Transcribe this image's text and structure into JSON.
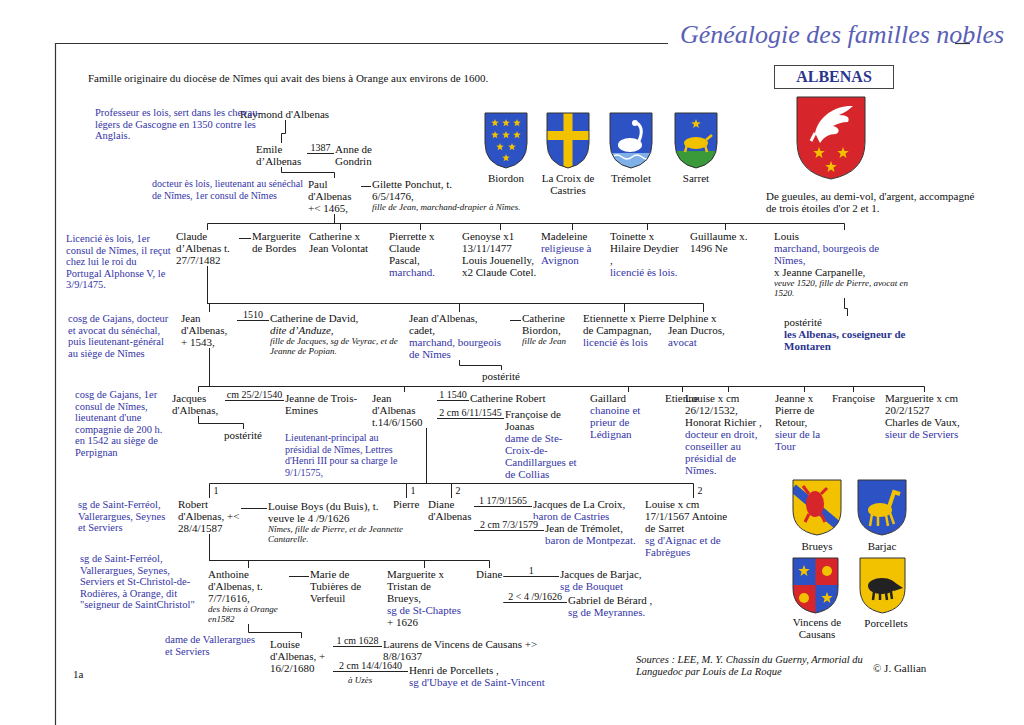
{
  "diagram": {
    "title": "Généalogie des familles nobles",
    "nodes": [
      {
        "text": [
          "ALBENAS"
        ]
      },
      {
        "text": [
          "Raymond d'Albenas"
        ]
      },
      {
        "text": [
          "Emile d’Albenas"
        ]
      },
      {
        "text": [
          "Anne de Gondrin"
        ]
      },
      {
        "text": [
          "Paul d'Albenas +< 1465,"
        ]
      },
      {
        "text": [
          "Gilette Ponchut, t. 6/5/1476,",
          "fille de Jean, marchand-drapier à Nîmes."
        ]
      },
      {
        "text": [
          "Claude d’Albenas t. 27/7/1482"
        ]
      },
      {
        "text": [
          "Marguerite de Bordes"
        ]
      },
      {
        "text": [
          "Catherine x Jean Volontat"
        ]
      },
      {
        "text": [
          "Pierrette x Claude Pascal,",
          "marchand."
        ]
      },
      {
        "text": [
          "Genoyse x1 13/11/1477 Louis Jouenelly, x2 Claude Cotel."
        ]
      },
      {
        "text": [
          "Madeleine",
          "religieuse à Avignon"
        ]
      },
      {
        "text": [
          "Toinette x Hilaire Deydier ,",
          "licencié ès lois."
        ]
      },
      {
        "text": [
          "Guillaume x. 1496 Ne"
        ]
      },
      {
        "text": [
          "Louis",
          "marchand, bourgeois de Nîmes,",
          "x Jeanne Carpanelle,",
          "veuve 1520, fille de Pierre, avocat en 1520."
        ]
      },
      {
        "text": [
          "postérité",
          "les Albenas, coseigneur de Montaren"
        ]
      },
      {
        "text": [
          "Jean d'Albenas, + 1543,"
        ]
      },
      {
        "text": [
          "Catherine de David,",
          "dite d’Anduze,",
          "fille de Jacques, sg de Veyrac, et de Jeanne de Popian."
        ]
      },
      {
        "text": [
          "Jean d'Albenas, cadet,",
          "marchand, bourgeois de Nîmes"
        ]
      },
      {
        "text": [
          "Catherine Biordon,",
          "fille de Jean"
        ]
      },
      {
        "text": [
          "postérité"
        ]
      },
      {
        "text": [
          "Etiennette x Pierre de Campagnan,",
          "licencié ès lois"
        ]
      },
      {
        "text": [
          "Delphine x Jean Ducros,",
          "avocat"
        ]
      },
      {
        "text": [
          "Jacques d'Albenas,"
        ]
      },
      {
        "text": [
          "Jeanne de Trois-Emines"
        ]
      },
      {
        "text": [
          "postérité"
        ]
      },
      {
        "text": [
          "Jean d'Albenas t.14/6/1560"
        ]
      },
      {
        "text": [
          "Catherine Robert"
        ]
      },
      {
        "text": [
          "Françoise de Joanas",
          "dame de Ste-Croix-de-Candillargues et de Collias"
        ]
      },
      {
        "text": [
          "Gaillard",
          "chanoine et prieur de Lédignan"
        ]
      },
      {
        "text": [
          "Etienne"
        ]
      },
      {
        "text": [
          "Louise x cm 26/12/1532, Honorat Richier ,",
          "docteur en droit, conseiller au présidial de Nîmes."
        ]
      },
      {
        "text": [
          "Jeanne x Pierre de Retour,",
          "sieur de la Tour"
        ]
      },
      {
        "text": [
          "Françoise"
        ]
      },
      {
        "text": [
          "Marguerite x cm 20/2/1527 Charles de Vaux,",
          "sieur de Serviers"
        ]
      },
      {
        "text": [
          "Robert d'Albenas, +< 28/4/1587"
        ]
      },
      {
        "text": [
          "Louise Boys (du Buis), t. veuve le 4 /9/1626",
          "Nîmes, fille de Pierre, et de Jeannette Cantarelle."
        ]
      },
      {
        "text": [
          "Pierre"
        ]
      },
      {
        "text": [
          "Diane d'Albenas"
        ]
      },
      {
        "text": [
          "Jacques de La Croix,",
          "baron de Castries"
        ]
      },
      {
        "text": [
          "Jean de Trémolet,",
          "baron de Montpezat."
        ]
      },
      {
        "text": [
          "Louise x cm 17/1/1567 Antoine de Sarret",
          "sg d'Aignac et de Fabrègues"
        ]
      },
      {
        "text": [
          "Anthoine d'Albenas, t. 7/7/1616,",
          "des biens à Orange en1582"
        ]
      },
      {
        "text": [
          "Marie de Tubières de Verfeuil"
        ]
      },
      {
        "text": [
          "Marguerite x Tristan de Brueys,",
          "sg de St-Chaptes",
          "+ 1626"
        ]
      },
      {
        "text": [
          "Diane"
        ]
      },
      {
        "text": [
          "Jacques de Barjac,",
          "sg de Bouquet"
        ]
      },
      {
        "text": [
          "Gabriel de Bérard ,",
          "sg de Meyrannes."
        ]
      },
      {
        "text": [
          "Louise d'Albenas, + 16/2/1680"
        ]
      },
      {
        "text": [
          "Laurens de Vincens de Causans +> 8/8/1637"
        ]
      },
      {
        "text": [
          "Henri de Porcellets ,",
          "sg d'Ubaye et de Saint-Vincent"
        ]
      }
    ],
    "edges": [
      {
        "from": 1,
        "to": 2,
        "arrow": "none"
      },
      {
        "from": 2,
        "to": 3,
        "label": "1387",
        "arrow": "none"
      },
      {
        "from": 2,
        "to": 4,
        "arrow": "none"
      },
      {
        "from": 4,
        "to": 5,
        "arrow": "none"
      },
      {
        "from": 4,
        "to": 6,
        "arrow": "none"
      },
      {
        "from": 4,
        "to": 8,
        "arrow": "none"
      },
      {
        "from": 4,
        "to": 9,
        "arrow": "none"
      },
      {
        "from": 4,
        "to": 10,
        "arrow": "none"
      },
      {
        "from": 4,
        "to": 11,
        "arrow": "none"
      },
      {
        "from": 4,
        "to": 12,
        "arrow": "none"
      },
      {
        "from": 4,
        "to": 13,
        "arrow": "none"
      },
      {
        "from": 4,
        "to": 14,
        "arrow": "none"
      },
      {
        "from": 6,
        "to": 7,
        "arrow": "none"
      },
      {
        "from": 14,
        "to": 15,
        "arrow": "none"
      },
      {
        "from": 6,
        "to": 16,
        "arrow": "none"
      },
      {
        "from": 6,
        "to": 18,
        "arrow": "none"
      },
      {
        "from": 6,
        "to": 21,
        "arrow": "none"
      },
      {
        "from": 6,
        "to": 22,
        "arrow": "none"
      },
      {
        "from": 16,
        "to": 17,
        "label": "1510",
        "arrow": "none"
      },
      {
        "from": 18,
        "to": 19,
        "arrow": "none"
      },
      {
        "from": 18,
        "to": 20,
        "arrow": "none"
      },
      {
        "from": 16,
        "to": 23,
        "arrow": "none"
      },
      {
        "from": 16,
        "to": 26,
        "arrow": "none"
      },
      {
        "from": 16,
        "to": 29,
        "arrow": "none"
      },
      {
        "from": 16,
        "to": 30,
        "arrow": "none"
      },
      {
        "from": 16,
        "to": 31,
        "arrow": "none"
      },
      {
        "from": 16,
        "to": 32,
        "arrow": "none"
      },
      {
        "from": 16,
        "to": 33,
        "arrow": "none"
      },
      {
        "from": 16,
        "to": 34,
        "arrow": "none"
      },
      {
        "from": 23,
        "to": 24,
        "label": "cm 25/2/1540",
        "arrow": "none"
      },
      {
        "from": 23,
        "to": 25,
        "arrow": "none"
      },
      {
        "from": 26,
        "to": 27,
        "label": "1 1540",
        "arrow": "none"
      },
      {
        "from": 26,
        "to": 28,
        "label": "2 cm 6/11/1545",
        "arrow": "none"
      },
      {
        "from": 26,
        "to": 35,
        "label": "1",
        "arrow": "none"
      },
      {
        "from": 26,
        "to": 37,
        "label": "1",
        "arrow": "none"
      },
      {
        "from": 26,
        "to": 38,
        "label": "2",
        "arrow": "none"
      },
      {
        "from": 26,
        "to": 41,
        "label": "2",
        "arrow": "none"
      },
      {
        "from": 35,
        "to": 36,
        "arrow": "none"
      },
      {
        "from": 38,
        "to": 39,
        "label": "1 17/9/1565",
        "arrow": "none"
      },
      {
        "from": 38,
        "to": 40,
        "label": "2 cm 7/3/1579",
        "arrow": "none"
      },
      {
        "from": 35,
        "to": 42,
        "arrow": "none"
      },
      {
        "from": 35,
        "to": 44,
        "arrow": "none"
      },
      {
        "from": 35,
        "to": 45,
        "arrow": "none"
      },
      {
        "from": 42,
        "to": 43,
        "arrow": "none"
      },
      {
        "from": 45,
        "to": 46,
        "label": "1",
        "arrow": "none"
      },
      {
        "from": 45,
        "to": 47,
        "label": "2 < 4 /9/1626",
        "arrow": "none"
      },
      {
        "from": 42,
        "to": 48,
        "arrow": "none"
      },
      {
        "from": 48,
        "to": 49,
        "label": "1 cm 1628",
        "arrow": "none"
      },
      {
        "from": 48,
        "to": 50,
        "label": "2 cm 14/4/1640",
        "arrow": "none"
      }
    ],
    "labels": [
      "Famille originaire du diocèse de Nîmes qui avait des biens à Orange aux environs de 1600.",
      "Biordon",
      "La Croix de Castries",
      "Trémolet",
      "Sarret",
      "De gueules, au demi-vol, d'argent, accompagné de trois étoiles d'or 2 et 1.",
      "Professeur es lois, sert dans les chevau-légers de Gascogne en 1350 contre les Anglais.",
      "docteur ès lois, lieutenant au sénéchal de Nîmes, 1er consul de Nîmes",
      "Licencié ès lois, 1er consul de Nîmes, il reçut chez lui le roi du Portugal Alphonse V, le 3/9/1475.",
      "cosg de Gajans, docteur et avocat du sénéchal, puis lieutenant-général au siège de Nîmes",
      "cosg de Gajans, 1er consul de Nîmes, lieutenant d'une compagnie de 200 h. en 1542 au siège de Perpignan",
      "Lieutenant-principal au présidial de Nîmes, Lettres d'Henri III pour sa charge le 9/1/1575,",
      "sg de Saint-Ferréol, Vallerargues, Seynes et Serviers",
      "sg de Saint-Ferréol, Vallerargues, Seynes, Serviers et St-Christol-de-Rodières, à Orange, dit \"seigneur de SaintChristol\"",
      "dame de Vallerargues et Serviers",
      "à Uzès",
      "Brueys",
      "Barjac",
      "Vincens de Causans",
      "Porcellets",
      "Sources : LEE, M. Y. Chassin du Guerny, Armorial du Languedoc par Louis de La Roque",
      "© J. Gallian",
      "1a"
    ]
  }
}
